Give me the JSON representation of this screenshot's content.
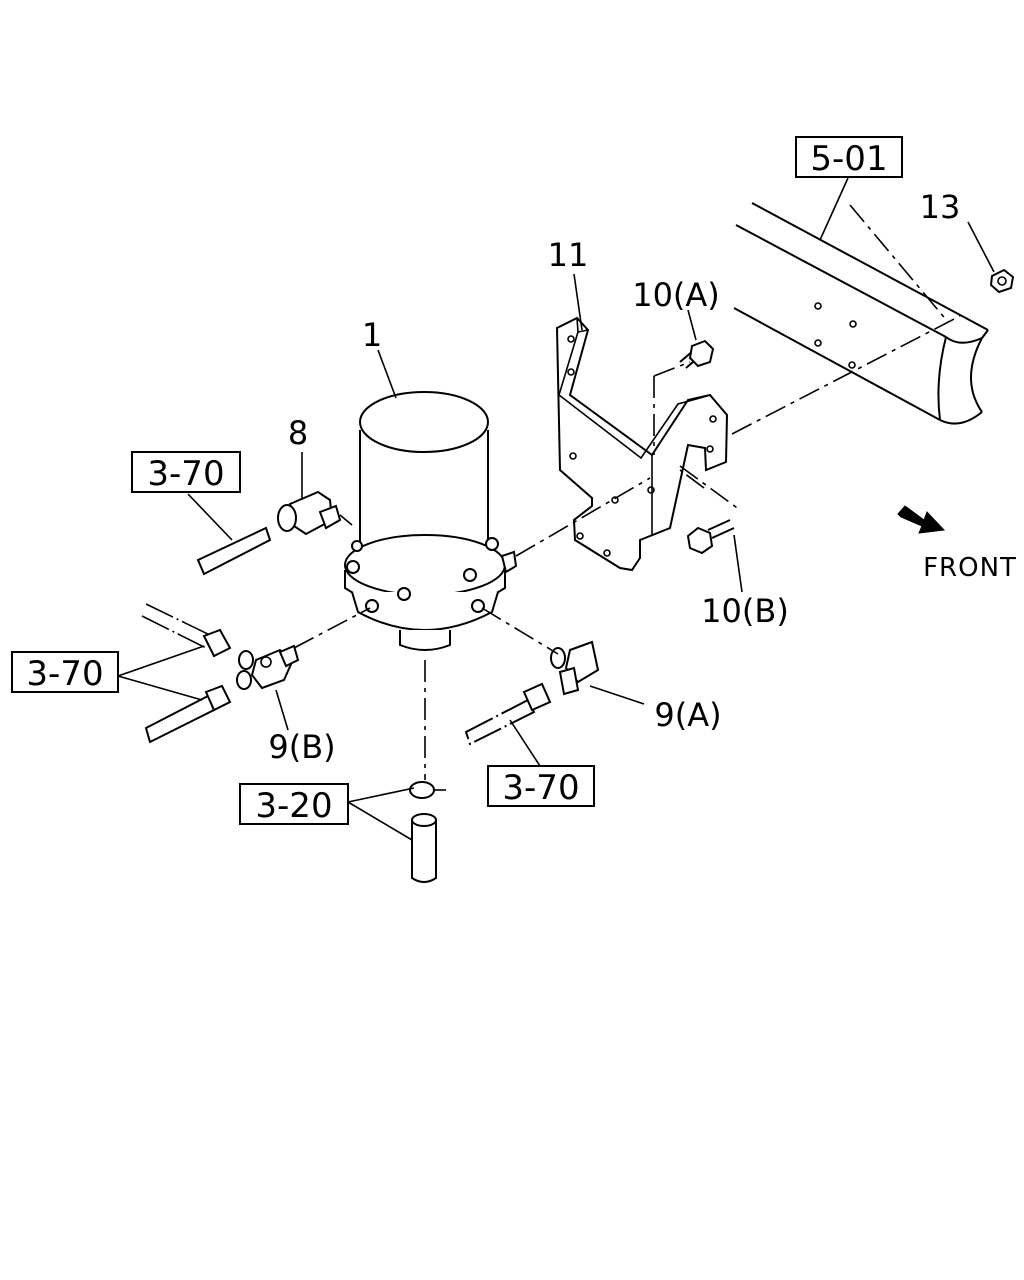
{
  "labels": {
    "p1": "1",
    "p8": "8",
    "p9a": "9(A)",
    "p9b": "9(B)",
    "p10a": "10(A)",
    "p10b": "10(B)",
    "p11": "11",
    "p13": "13"
  },
  "refs": {
    "r501": "5-01",
    "r370_top": "3-70",
    "r370_left": "3-70",
    "r370_bottom": "3-70",
    "r320": "3-20"
  },
  "front_label": "FRONT",
  "colors": {
    "line": "#000000",
    "background": "#ffffff"
  }
}
